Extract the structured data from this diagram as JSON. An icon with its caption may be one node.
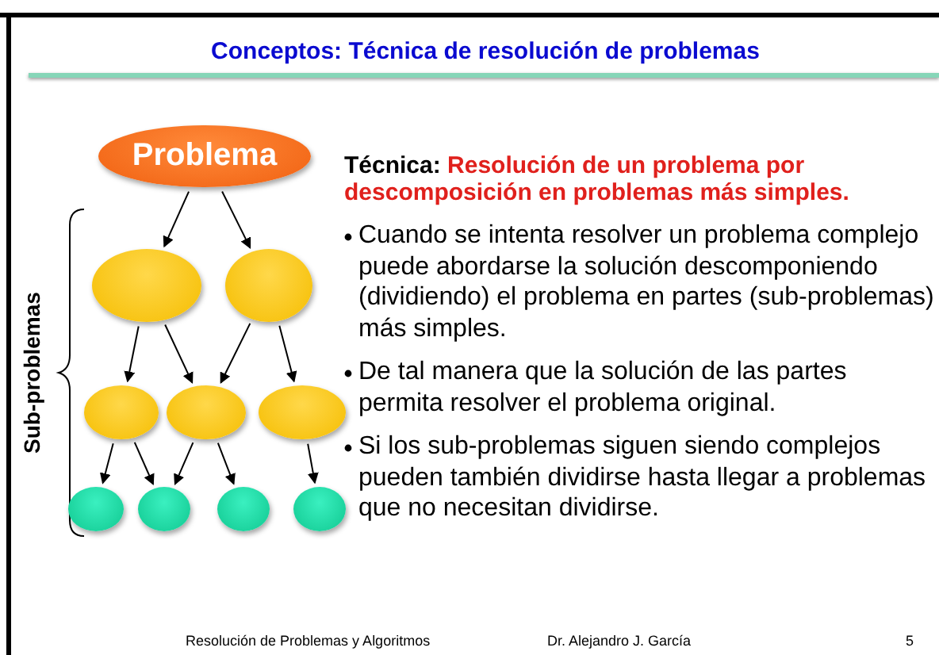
{
  "diagram": {
    "title": "Conceptos: Técnica de resolución de problemas",
    "nodes": [
      {
        "text": [
          "Problema"
        ]
      },
      {
        "text": [],
        "shape": "circle"
      },
      {
        "text": [],
        "shape": "circle"
      },
      {
        "text": [],
        "shape": "circle"
      },
      {
        "text": [],
        "shape": "circle"
      },
      {
        "text": [],
        "shape": "circle"
      },
      {
        "text": [],
        "shape": "circle"
      },
      {
        "text": [],
        "shape": "circle"
      },
      {
        "text": [],
        "shape": "circle"
      },
      {
        "text": [],
        "shape": "circle"
      }
    ],
    "edges": [
      {
        "from": 0,
        "to": 1,
        "arrow": "to"
      },
      {
        "from": 0,
        "to": 2,
        "arrow": "to"
      },
      {
        "from": 1,
        "to": 3,
        "arrow": "to"
      },
      {
        "from": 1,
        "to": 4,
        "arrow": "to"
      },
      {
        "from": 2,
        "to": 4,
        "arrow": "to"
      },
      {
        "from": 2,
        "to": 5,
        "arrow": "to"
      },
      {
        "from": 3,
        "to": 6,
        "arrow": "to"
      },
      {
        "from": 3,
        "to": 7,
        "arrow": "to"
      },
      {
        "from": 4,
        "to": 7,
        "arrow": "to"
      },
      {
        "from": 4,
        "to": 8,
        "arrow": "to"
      },
      {
        "from": 5,
        "to": 9,
        "arrow": "to"
      }
    ],
    "labels": [
      "Sub-problemas",
      "Técnica:",
      "Resolución de un problema por descomposición en problemas más simples.",
      "Cuando se intenta resolver un problema complejo puede abordarse la solución descomponiendo (dividiendo) el problema en partes (sub-problemas) más simples.",
      "De tal manera que la solución de las partes permita resolver el problema original.",
      "Si los sub-problemas siguen siendo complejos pueden también dividirse hasta llegar a problemas que no necesitan dividirse.",
      "Resolución de Problemas y Algoritmos",
      "Dr. Alejandro J. García",
      "5"
    ]
  }
}
